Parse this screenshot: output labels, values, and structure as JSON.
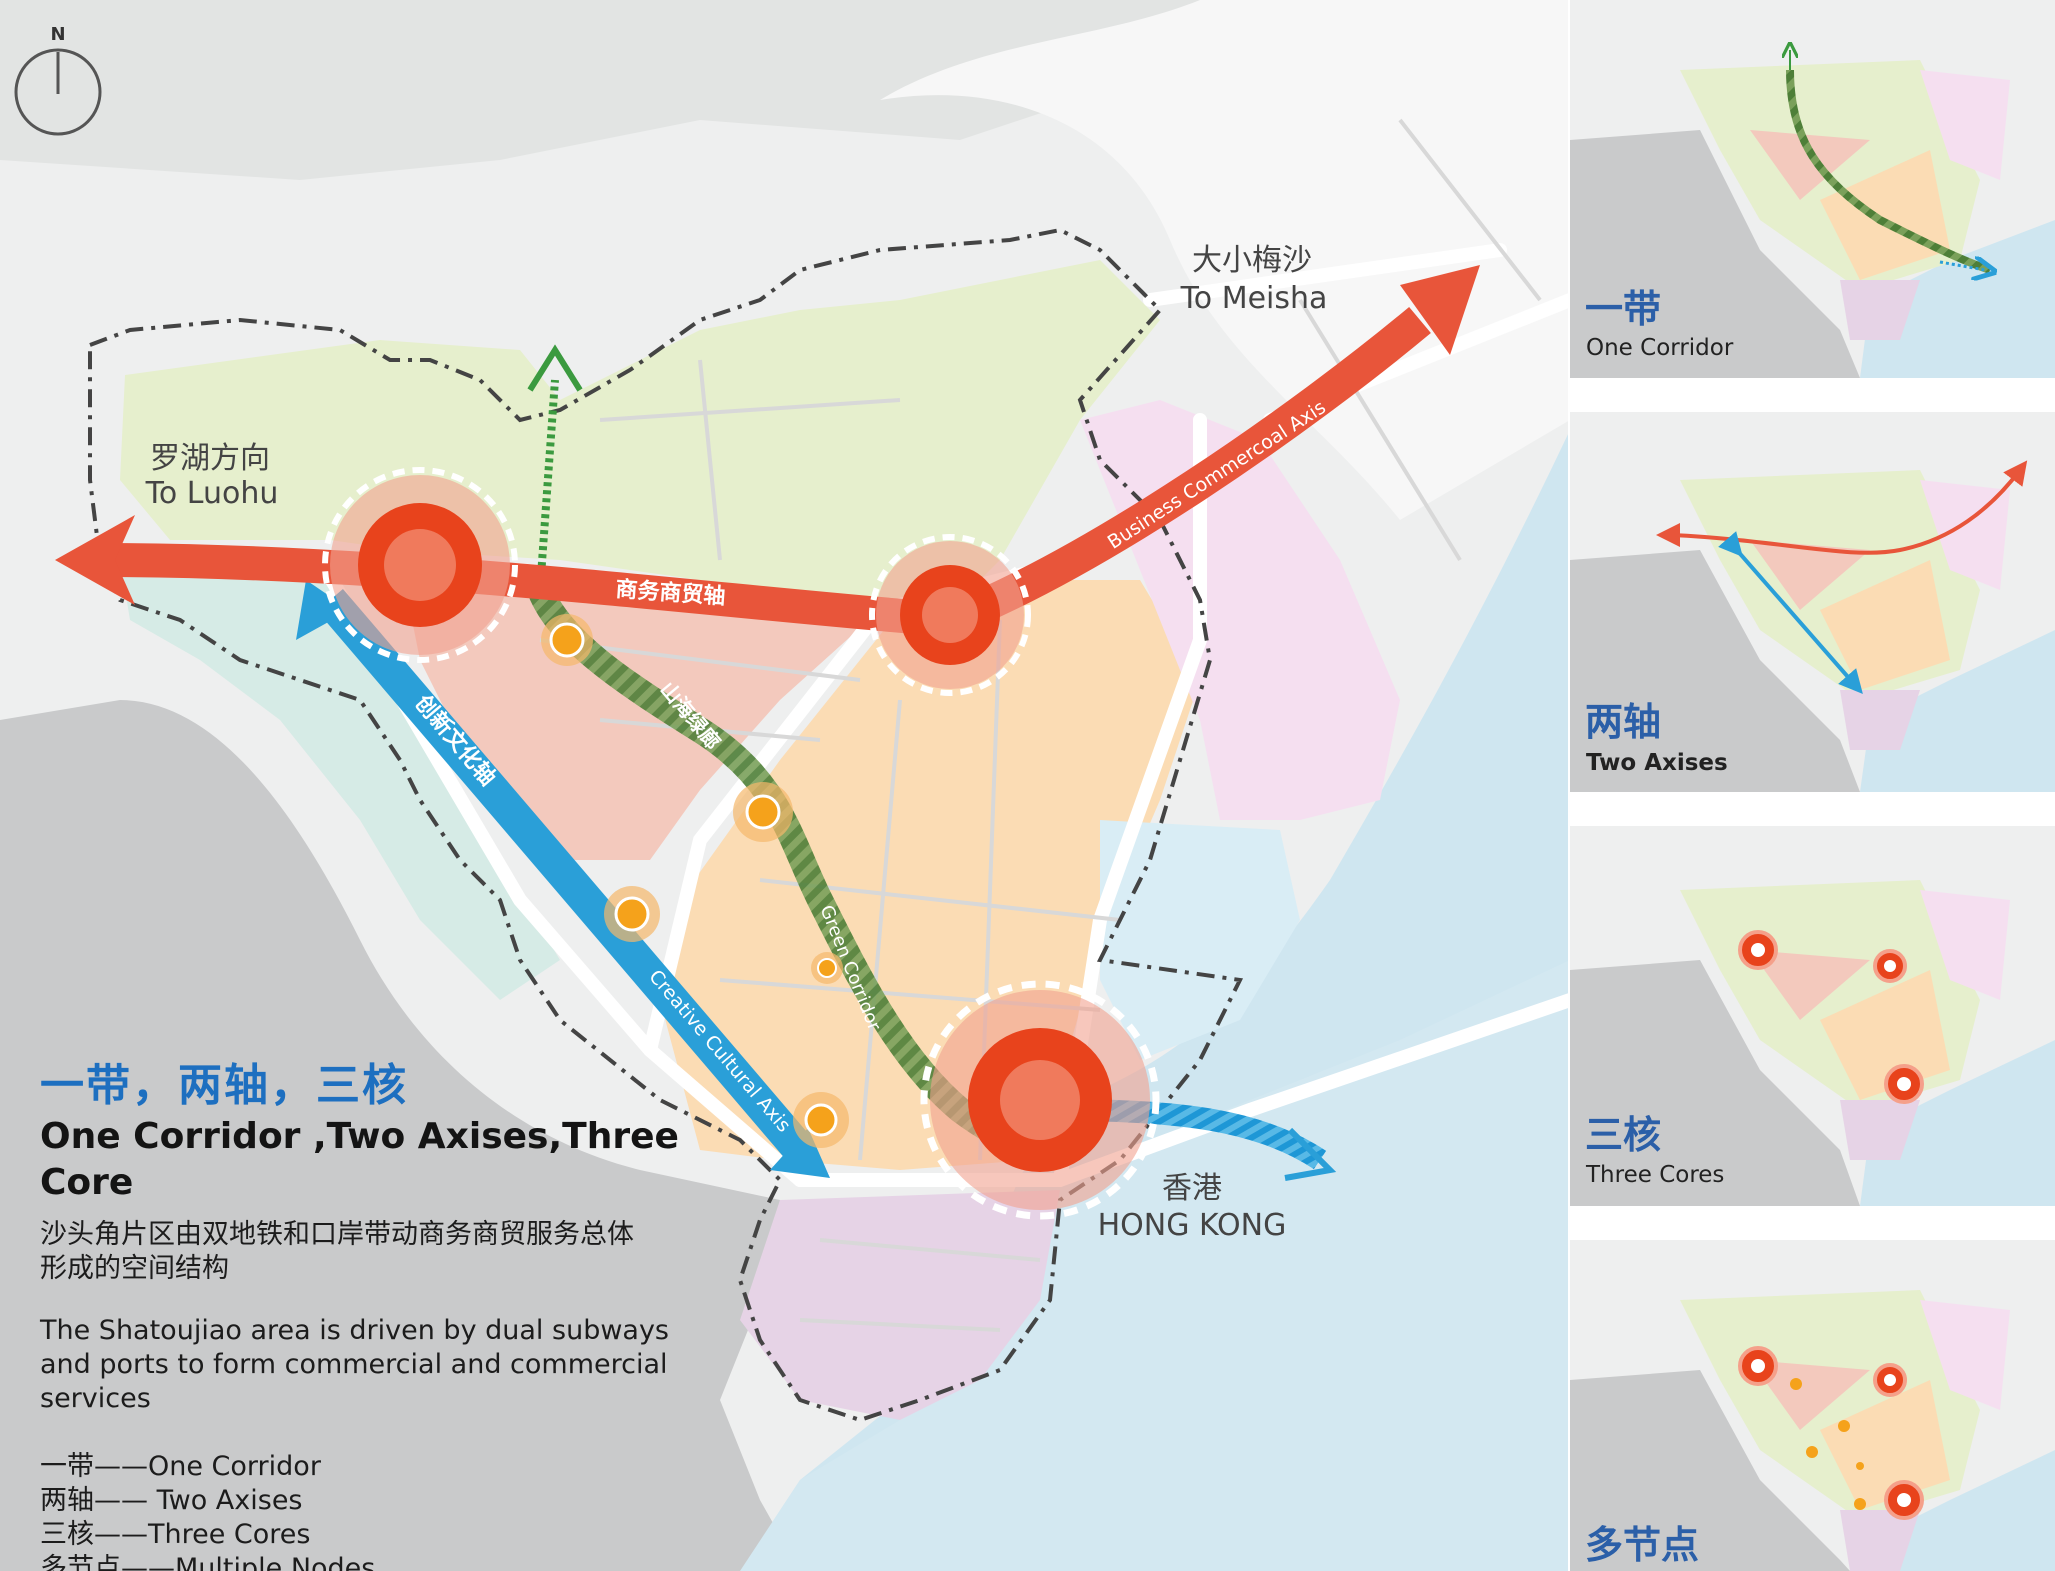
{
  "colors": {
    "business_axis": "#e8553a",
    "cultural_axis": "#2a9fd8",
    "green_corridor": "#4e8a3a",
    "core": "#e8431c",
    "node": "#f5a21b",
    "sea": "#cfe6f0",
    "land_gray": "#c9cacb",
    "zone_green": "#e6efcd",
    "zone_red": "#f3c9bd",
    "zone_orange": "#fbdcb4",
    "zone_pink": "#f5dff0",
    "zone_purple": "#e6d3e6",
    "title_blue": "#1d6fc0"
  },
  "map": {
    "north_label": "N",
    "north_icon": "compass-icon",
    "place_luohu_cn": "罗湖方向",
    "place_luohu_en": "To Luohu",
    "place_meisha_cn": "大小梅沙",
    "place_meisha_en": "To Meisha",
    "place_hk_cn": "香港",
    "place_hk_en": "HONG KONG",
    "axis_business_cn": "商务商贸轴",
    "axis_business_en": "Business Commercoal Axis",
    "axis_cultural_cn": "创新文化轴",
    "axis_cultural_en": "Creative Cultural Axis",
    "corridor_cn": "山海绿廊",
    "corridor_en": "Green Corridor"
  },
  "legend": {
    "title_cn": "一带，两轴，三核",
    "title_en": "One Corridor ,Two Axises,Three Core",
    "desc_cn_1": "沙头角片区由双地铁和口岸带动商务商贸服务总体",
    "desc_cn_2": "形成的空间结构",
    "desc_en_1": "The Shatoujiao area is driven by dual subways",
    "desc_en_2": "and ports to form commercial and commercial",
    "desc_en_3": "services",
    "items": [
      {
        "cn": "一带",
        "sep": "——",
        "en": "One Corridor"
      },
      {
        "cn": "两轴",
        "sep": "—— ",
        "en": "Two Axises"
      },
      {
        "cn": "三核",
        "sep": "——",
        "en": "Three Cores"
      },
      {
        "cn": "多节点",
        "sep": "——",
        "en": "Multiple Nodes"
      }
    ]
  },
  "thumbnails": [
    {
      "cn": "一带",
      "en": "One Corridor"
    },
    {
      "cn": "两轴",
      "en": "Two Axises"
    },
    {
      "cn": "三核",
      "en": "Three Cores"
    },
    {
      "cn": "多节点",
      "en": ""
    }
  ]
}
